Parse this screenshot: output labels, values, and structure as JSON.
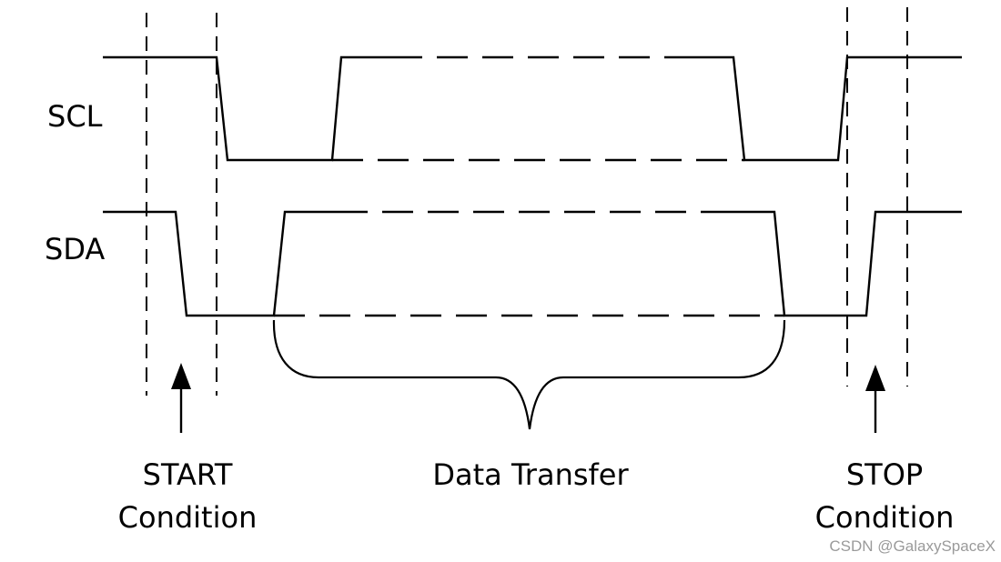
{
  "signals": {
    "scl": "SCL",
    "sda": "SDA"
  },
  "annotations": {
    "start_line1": "START",
    "start_line2": "Condition",
    "data_transfer": "Data Transfer",
    "stop_line1": "STOP",
    "stop_line2": "Condition"
  },
  "watermark": "CSDN @GalaxySpaceX"
}
